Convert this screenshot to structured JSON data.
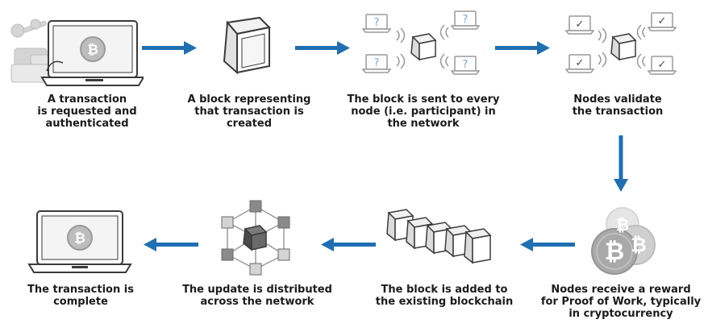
{
  "steps": [
    {
      "caption": "A transaction\nis requested and\nauthenticated",
      "icon": "laptop-bitcoin-icon"
    },
    {
      "caption": "A block representing\nthat transaction is\ncreated",
      "icon": "block-cube-icon"
    },
    {
      "caption": "The block is sent to every\nnode (i.e. participant) in\nthe network",
      "icon": "network-broadcast-icon"
    },
    {
      "caption": "Nodes validate\nthe transaction",
      "icon": "nodes-validate-icon"
    },
    {
      "caption": "Nodes receive a reward\nfor Proof of Work, typically\nin cryptocurrency",
      "icon": "bitcoin-coins-icon"
    },
    {
      "caption": "The block is added to\nthe existing blockchain",
      "icon": "blockchain-icon"
    },
    {
      "caption": "The update is distributed\nacross the network",
      "icon": "distributed-network-icon"
    },
    {
      "caption": "The transaction is\ncomplete",
      "icon": "laptop-complete-icon"
    }
  ],
  "colors": {
    "arrow": "#1f6fb2",
    "gray": "#c8c8c8",
    "dark": "#3a3a3a"
  },
  "coin_symbol": "₿",
  "check_symbol": "✓",
  "question_symbol": "?"
}
